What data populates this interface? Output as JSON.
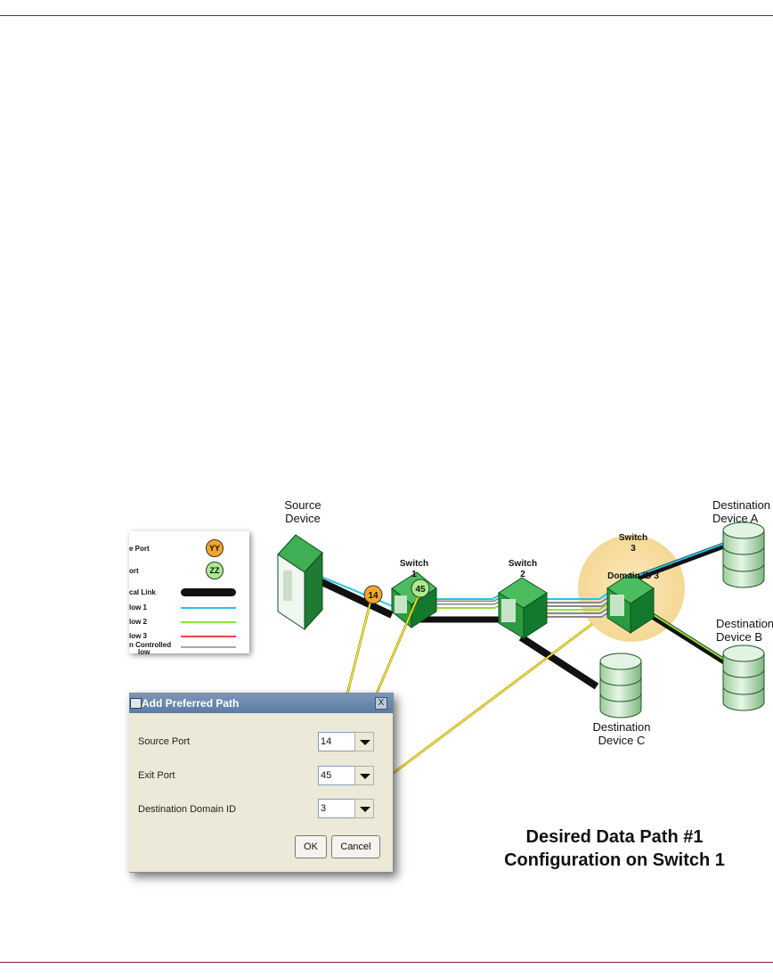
{
  "labels": {
    "source_device": [
      "Source",
      "Device"
    ],
    "switch1": [
      "Switch",
      "1"
    ],
    "switch2": [
      "Switch",
      "2"
    ],
    "switch3": [
      "Switch",
      "3"
    ],
    "domain": "Domain ID 3",
    "dest_a": [
      "Destination",
      "Device A"
    ],
    "dest_b": [
      "Destination",
      "Device B"
    ],
    "dest_c": [
      "Destination",
      "Device C"
    ]
  },
  "badges": {
    "source_port": "14",
    "exit_port": "45"
  },
  "legend": {
    "source_port": {
      "label": "e Port",
      "badge": "YY"
    },
    "exit_port": {
      "label": "ort",
      "badge": "ZZ"
    },
    "items": [
      {
        "label": "cal Link",
        "color": "#111111"
      },
      {
        "label": "low 1",
        "color": "#27c3e6"
      },
      {
        "label": "low 2",
        "color": "#8ee23a"
      },
      {
        "label": "low 3",
        "color": "#ee4444"
      },
      {
        "label": "n Controlled",
        "label2": "low",
        "color": "#aaaaaa"
      }
    ]
  },
  "dialog": {
    "title": "Add Preferred Path",
    "close": "X",
    "fields": [
      {
        "label": "Source Port",
        "value": "14"
      },
      {
        "label": "Exit Port",
        "value": "45"
      },
      {
        "label": "Destination Domain ID",
        "value": "3"
      }
    ],
    "ok_label": "OK",
    "cancel_label": "Cancel"
  },
  "caption": [
    "Desired Data Path #1",
    "Configuration on Switch 1"
  ],
  "colors": {
    "accent_rule": "#8a1b3f",
    "switch_green": "#1f8a3a",
    "storage_green": "#cfe9cf",
    "badge_orange": "#f4a62a",
    "badge_green": "#a8ec8c",
    "highlight": "#f7dc9f"
  }
}
